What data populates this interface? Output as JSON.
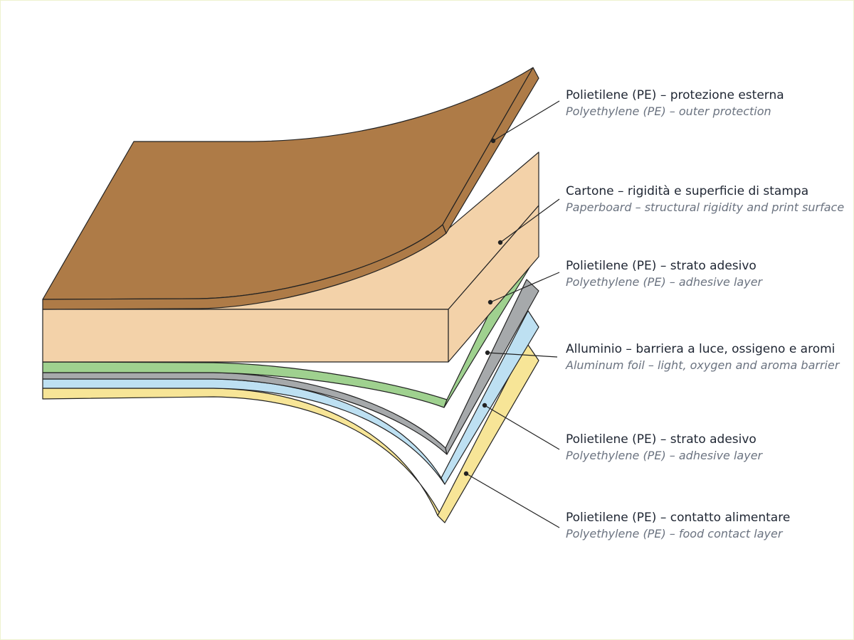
{
  "colors": {
    "outer_pe": "#ae7b47",
    "paperboard": "#f3d2a9",
    "adhesive_pe": "#9fd18f",
    "aluminum": "#a6a9ab",
    "adhesive_pe_2": "#bde0f2",
    "food_pe": "#f7e597",
    "outline": "#222222"
  },
  "layers": [
    {
      "name_it": "Polietilene (PE) – protezione esterna",
      "name_en": "Polyethylene (PE) – outer protection"
    },
    {
      "name_it": "Cartone – rigidità e superficie di stampa",
      "name_en": "Paperboard – structural rigidity and print surface"
    },
    {
      "name_it": "Polietilene (PE) – strato adesivo",
      "name_en": "Polyethylene (PE) – adhesive layer"
    },
    {
      "name_it": "Alluminio – barriera a luce, ossigeno e aromi",
      "name_en": "Aluminum foil – light, oxygen and aroma barrier"
    },
    {
      "name_it": "Polietilene (PE) – strato adesivo",
      "name_en": "Polyethylene (PE) – adhesive layer"
    },
    {
      "name_it": "Polietilene (PE) – contatto alimentare",
      "name_en": "Polyethylene (PE) – food contact layer"
    }
  ]
}
